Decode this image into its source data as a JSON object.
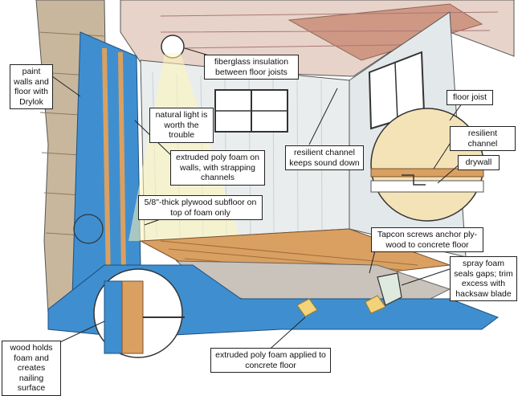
{
  "labels": {
    "paint_walls": "paint walls and floor with Drylok",
    "fiberglass": "fiberglass insulation between floor joists",
    "natural_light": "natural light is worth the trouble",
    "extruded_walls": "extruded poly foam on walls, with strapping channels",
    "resilient_sound": "resilient channel keeps sound down",
    "floor_joist": "floor joist",
    "resilient_channel": "resilient channel",
    "drywall": "drywall",
    "plywood": "5/8\"-thick plywood subfloor on top of foam only",
    "tapcon": "Tapcon screws anchor ply-wood to concrete floor",
    "spray_foam": "spray foam seals gaps; trim excess with hacksaw blade",
    "wood_holds": "wood holds foam and creates nailing surface",
    "extruded_floor": "extruded poly foam applied to concrete floor"
  },
  "colors": {
    "foam_blue": "#3f8fd0",
    "wood": "#d9a061",
    "wall": "#e9edee",
    "joist": "#c98a73",
    "concrete": "#c9c3bb",
    "light_yellow": "#fff6b8"
  }
}
